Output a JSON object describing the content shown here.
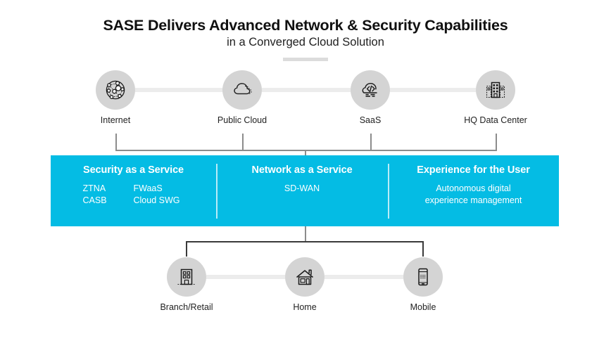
{
  "header": {
    "title": "SASE Delivers Advanced Network & Security Capabilities",
    "subtitle": "in a Converged Cloud Solution"
  },
  "colors": {
    "panel_blue": "#04bce4",
    "icon_disc_gray": "#d4d4d4",
    "rail_gray": "#ececec",
    "connector_gray": "#8c8c8c",
    "connector_dark": "#3a3a3a",
    "title_rule_gray": "#dcdcdc",
    "text_dark": "#222222",
    "text_on_panel": "#ffffff"
  },
  "top_nodes": [
    {
      "label": "Internet",
      "icon": "network-globe-icon"
    },
    {
      "label": "Public Cloud",
      "icon": "cloud-icon"
    },
    {
      "label": "SaaS",
      "icon": "cloud-code-icon"
    },
    {
      "label": "HQ Data Center",
      "icon": "data-center-building-icon"
    }
  ],
  "panel": {
    "columns": [
      {
        "heading": "Security as a Service",
        "layout": "two-column-tags",
        "tags": [
          [
            "ZTNA",
            "FWaaS"
          ],
          [
            "CASB",
            "Cloud SWG"
          ]
        ]
      },
      {
        "heading": "Network as a Service",
        "layout": "centered-lines",
        "lines": [
          "SD-WAN"
        ]
      },
      {
        "heading": "Experience for the User",
        "layout": "centered-lines",
        "lines": [
          "Autonomous digital",
          "experience management"
        ]
      }
    ]
  },
  "bottom_nodes": [
    {
      "label": "Branch/Retail",
      "icon": "office-building-icon"
    },
    {
      "label": "Home",
      "icon": "house-icon"
    },
    {
      "label": "Mobile",
      "icon": "smartphone-icon"
    }
  ]
}
